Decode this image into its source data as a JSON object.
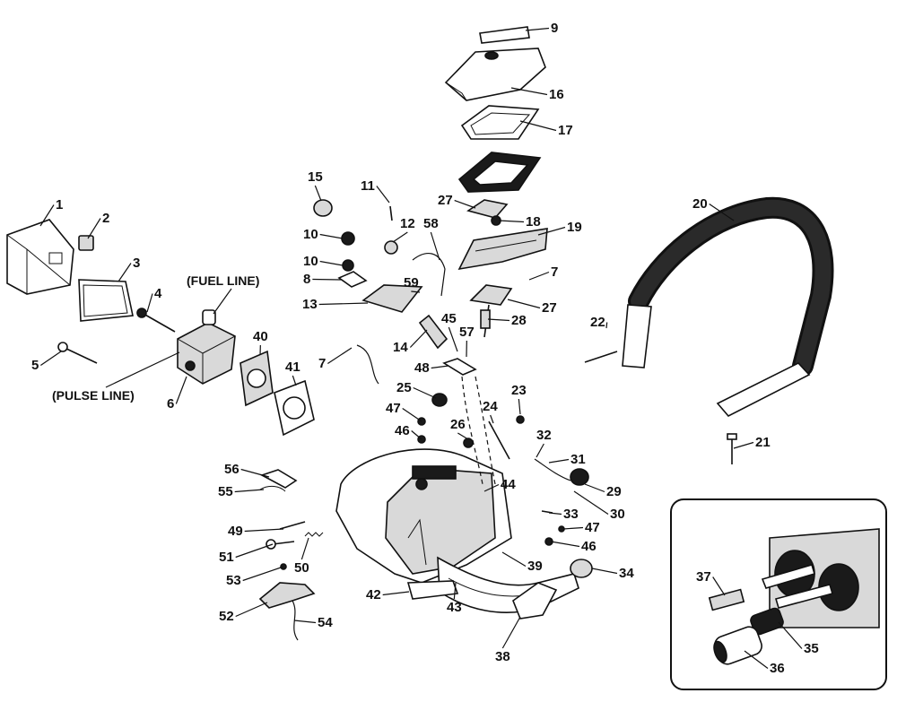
{
  "callouts": {
    "fuel_line": "(FUEL LINE)",
    "pulse_line": "(PULSE LINE)"
  },
  "parts": [
    {
      "id": "p1",
      "label": "1"
    },
    {
      "id": "p2",
      "label": "2"
    },
    {
      "id": "p3",
      "label": "3"
    },
    {
      "id": "p4",
      "label": "4"
    },
    {
      "id": "p5",
      "label": "5"
    },
    {
      "id": "p6",
      "label": "6"
    },
    {
      "id": "p7a",
      "label": "7"
    },
    {
      "id": "p7b",
      "label": "7"
    },
    {
      "id": "p8",
      "label": "8"
    },
    {
      "id": "p9",
      "label": "9"
    },
    {
      "id": "p10a",
      "label": "10"
    },
    {
      "id": "p10b",
      "label": "10"
    },
    {
      "id": "p11",
      "label": "11"
    },
    {
      "id": "p12",
      "label": "12"
    },
    {
      "id": "p13",
      "label": "13"
    },
    {
      "id": "p14",
      "label": "14"
    },
    {
      "id": "p15",
      "label": "15"
    },
    {
      "id": "p16",
      "label": "16"
    },
    {
      "id": "p17",
      "label": "17"
    },
    {
      "id": "p18",
      "label": "18"
    },
    {
      "id": "p19",
      "label": "19"
    },
    {
      "id": "p20",
      "label": "20"
    },
    {
      "id": "p21",
      "label": "21"
    },
    {
      "id": "p22",
      "label": "22"
    },
    {
      "id": "p23",
      "label": "23"
    },
    {
      "id": "p24",
      "label": "24"
    },
    {
      "id": "p25",
      "label": "25"
    },
    {
      "id": "p26",
      "label": "26"
    },
    {
      "id": "p27a",
      "label": "27"
    },
    {
      "id": "p27b",
      "label": "27"
    },
    {
      "id": "p28",
      "label": "28"
    },
    {
      "id": "p29",
      "label": "29"
    },
    {
      "id": "p30",
      "label": "30"
    },
    {
      "id": "p31",
      "label": "31"
    },
    {
      "id": "p32",
      "label": "32"
    },
    {
      "id": "p33",
      "label": "33"
    },
    {
      "id": "p34",
      "label": "34"
    },
    {
      "id": "p35",
      "label": "35"
    },
    {
      "id": "p36",
      "label": "36"
    },
    {
      "id": "p37",
      "label": "37"
    },
    {
      "id": "p38",
      "label": "38"
    },
    {
      "id": "p39",
      "label": "39"
    },
    {
      "id": "p40",
      "label": "40"
    },
    {
      "id": "p41",
      "label": "41"
    },
    {
      "id": "p42",
      "label": "42"
    },
    {
      "id": "p43",
      "label": "43"
    },
    {
      "id": "p44",
      "label": "44"
    },
    {
      "id": "p45",
      "label": "45"
    },
    {
      "id": "p46a",
      "label": "46"
    },
    {
      "id": "p46b",
      "label": "46"
    },
    {
      "id": "p47a",
      "label": "47"
    },
    {
      "id": "p47b",
      "label": "47"
    },
    {
      "id": "p48",
      "label": "48"
    },
    {
      "id": "p49",
      "label": "49"
    },
    {
      "id": "p50",
      "label": "50"
    },
    {
      "id": "p51",
      "label": "51"
    },
    {
      "id": "p52",
      "label": "52"
    },
    {
      "id": "p53",
      "label": "53"
    },
    {
      "id": "p54",
      "label": "54"
    },
    {
      "id": "p55",
      "label": "55"
    },
    {
      "id": "p56",
      "label": "56"
    },
    {
      "id": "p57",
      "label": "57"
    },
    {
      "id": "p58",
      "label": "58"
    },
    {
      "id": "p59",
      "label": "59"
    }
  ]
}
